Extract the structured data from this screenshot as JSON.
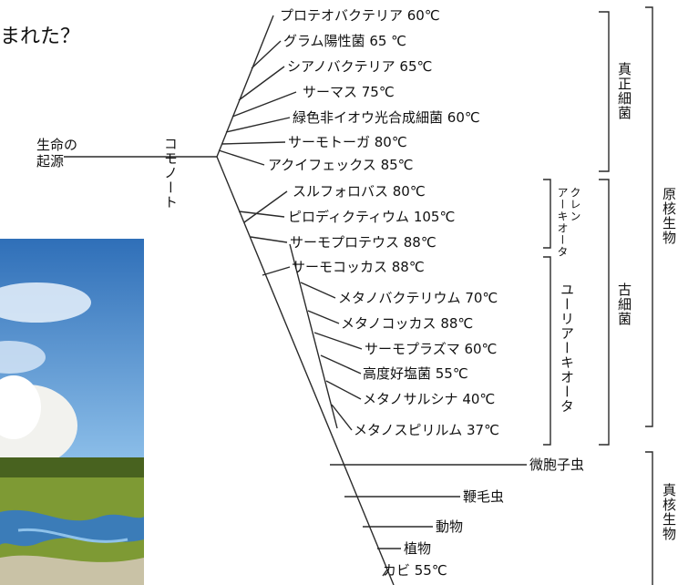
{
  "header": {
    "title_fragment": "まれた？"
  },
  "root": {
    "label_line1": "生命の",
    "label_line2": "起源"
  },
  "common_ancestor": "コモノート",
  "organisms": [
    "プロテオバクテリア 60℃",
    "グラム陽性菌 65 ℃",
    "シアノバクテリア 65℃",
    "サーマス 75℃",
    "緑色非イオウ光合成細菌 60℃",
    "サーモトーガ 80℃",
    "アクイフェックス 85℃",
    "スルフォロバス 80℃",
    "ピロディクティウム 105℃",
    "サーモプロテウス 88℃",
    "サーモコッカス 88℃",
    "メタノバクテリウム 70℃",
    "メタノコッカス 88℃",
    "サーモプラズマ 60℃",
    "高度好塩菌 55℃",
    "メタノサルシナ 40℃",
    "メタノスピリルム 37℃",
    "微胞子虫",
    "鞭毛虫",
    "動物",
    "植物",
    "カビ 55℃"
  ],
  "groups": {
    "eubacteria": "真正細菌",
    "crenarchaeota": "クレン\nアーキオータ",
    "euryarchaeota": "ユーリアーキオータ",
    "archaea": "古細菌",
    "prokaryotes": "原核生物",
    "eukaryotes": "真核生物"
  },
  "photo": {
    "subject": "geyser-landscape-photo"
  },
  "colors": {
    "line": "#2a2a2a",
    "sky": "#3d7fc2",
    "grass": "#6e8a2e"
  }
}
